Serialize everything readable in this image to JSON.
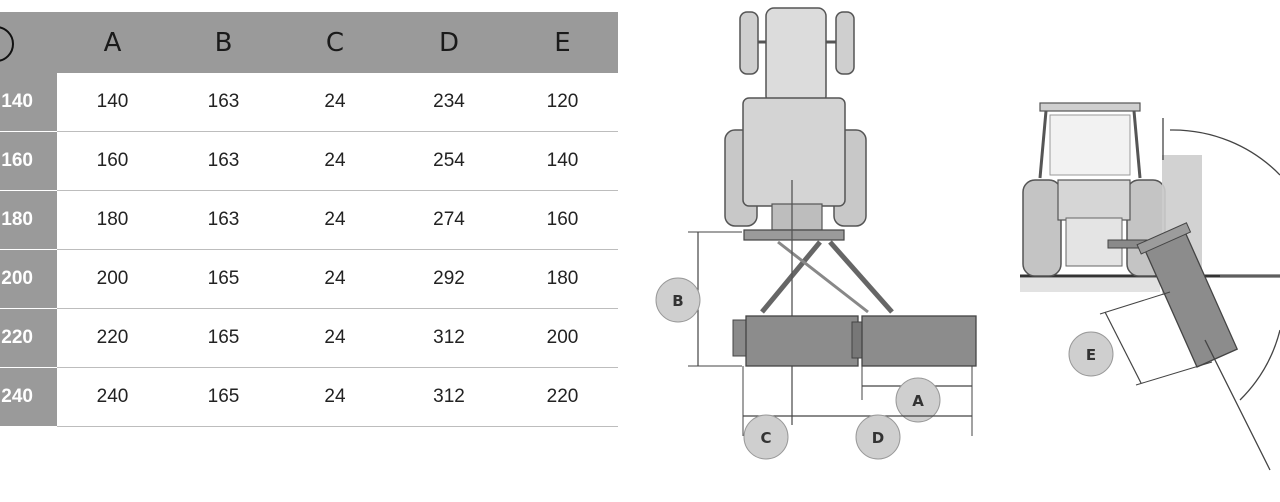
{
  "table": {
    "headers": [
      "A",
      "B",
      "C",
      "D",
      "E"
    ],
    "rows": [
      {
        "label": "140",
        "values": [
          "140",
          "163",
          "24",
          "234",
          "120"
        ]
      },
      {
        "label": "160",
        "values": [
          "160",
          "163",
          "24",
          "254",
          "140"
        ]
      },
      {
        "label": "180",
        "values": [
          "180",
          "163",
          "24",
          "274",
          "160"
        ]
      },
      {
        "label": "200",
        "values": [
          "200",
          "165",
          "24",
          "292",
          "180"
        ]
      },
      {
        "label": "220",
        "values": [
          "220",
          "165",
          "24",
          "312",
          "200"
        ]
      },
      {
        "label": "240",
        "values": [
          "240",
          "165",
          "24",
          "312",
          "220"
        ]
      }
    ]
  },
  "diagram": {
    "labels": {
      "a": "A",
      "b": "B",
      "c": "C",
      "d": "D",
      "e": "E"
    }
  },
  "colors": {
    "header_bg": "#9a9a9a",
    "row_head_bg": "#9a9a9a",
    "mower_body": "#8c8c8c",
    "tractor_body": "#d4d4d4"
  }
}
